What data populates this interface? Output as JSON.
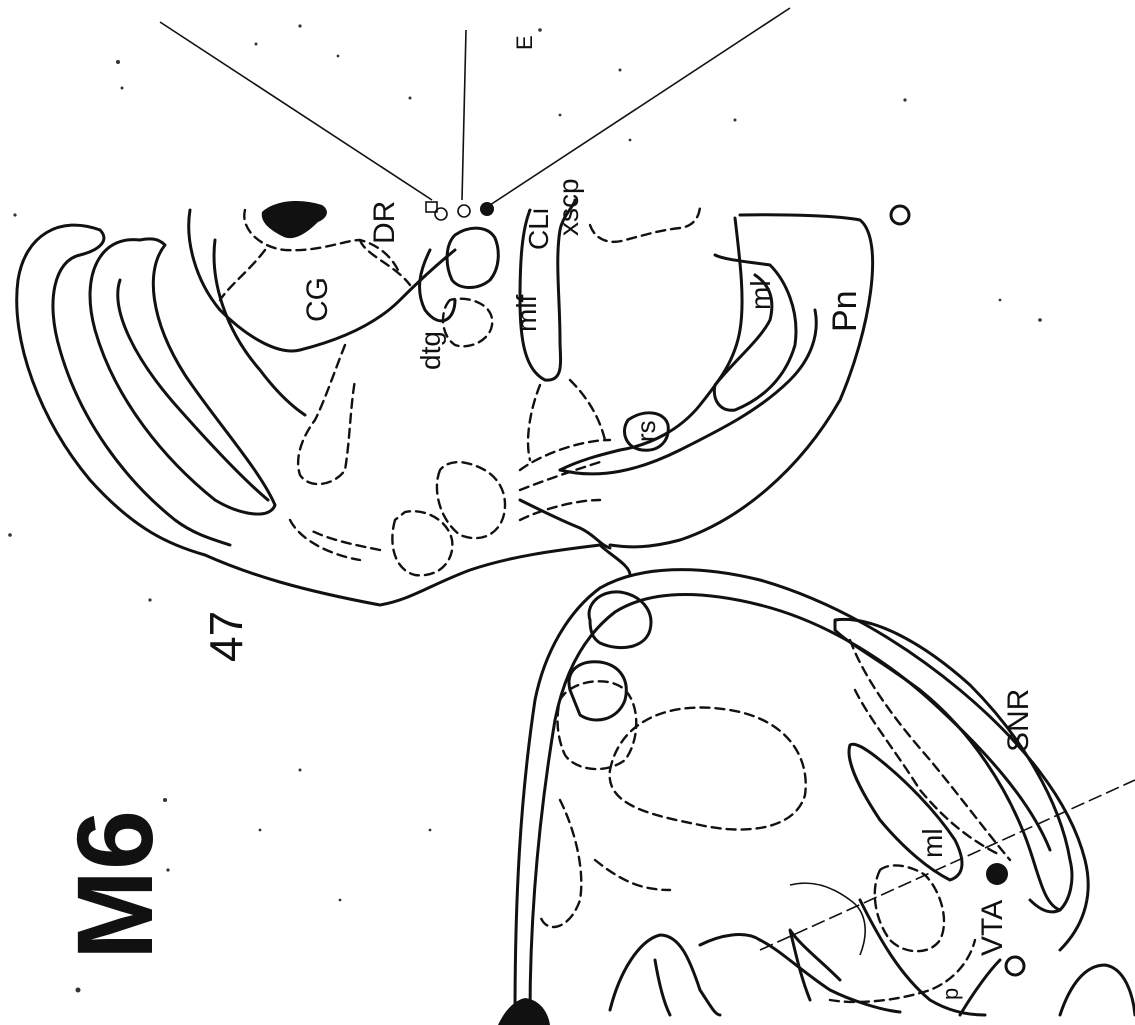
{
  "figure": {
    "panel_label": "M6",
    "section_number": "47",
    "label_E": "E",
    "label_DR": "DR",
    "label_CG": "CG",
    "label_CLi": "CLi",
    "label_xscp": "xscp",
    "label_mlf": "mlf",
    "label_dtg": "dtg",
    "label_ml_upper": "ml",
    "label_Pn": "Pn",
    "label_rs": "rs",
    "label_SNR": "SNR",
    "label_ml_lower": "ml",
    "label_VTA": "VTA",
    "label_p": "p"
  }
}
